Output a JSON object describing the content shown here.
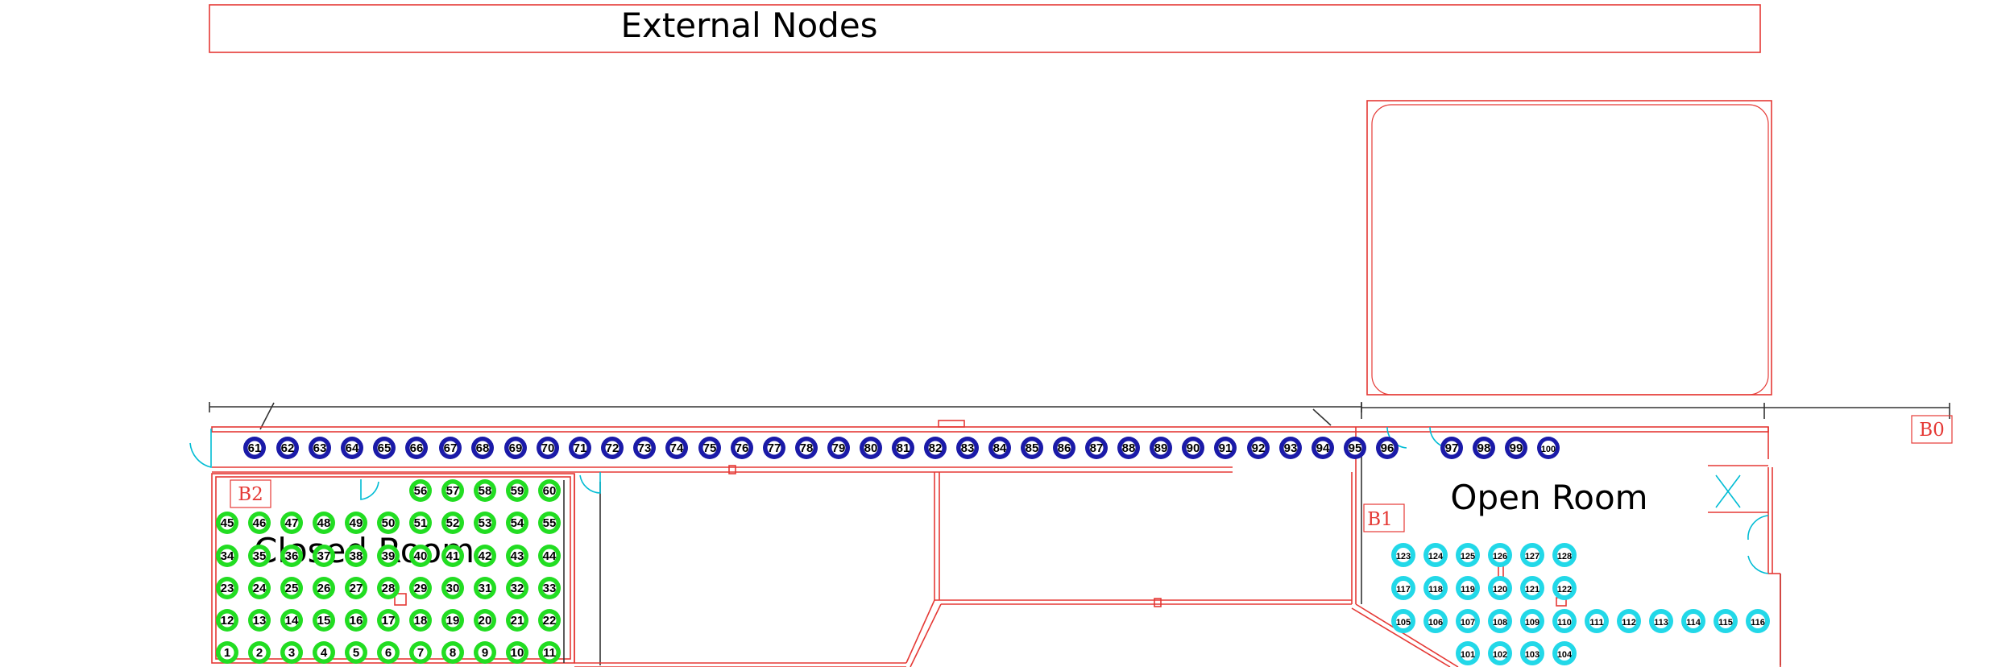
{
  "title": "External Nodes",
  "rooms": {
    "closed": "Closed Room",
    "open": "Open Room"
  },
  "buildings": {
    "b0": "B0",
    "b1": "B1",
    "b2": "B2"
  },
  "colors": {
    "wall": "#e53935",
    "corridor_node": "#1a1aa8",
    "closed_room_node": "#22dd22",
    "open_room_node": "#22d8e8",
    "door": "#00bcd4"
  },
  "node_groups": {
    "corridor": {
      "first": 61,
      "last": 100,
      "color": "#1a1aa8"
    },
    "closed_room": {
      "first": 1,
      "last": 60,
      "color": "#22dd22"
    },
    "open_room": {
      "first": 101,
      "last": 128,
      "color": "#22d8e8"
    }
  }
}
